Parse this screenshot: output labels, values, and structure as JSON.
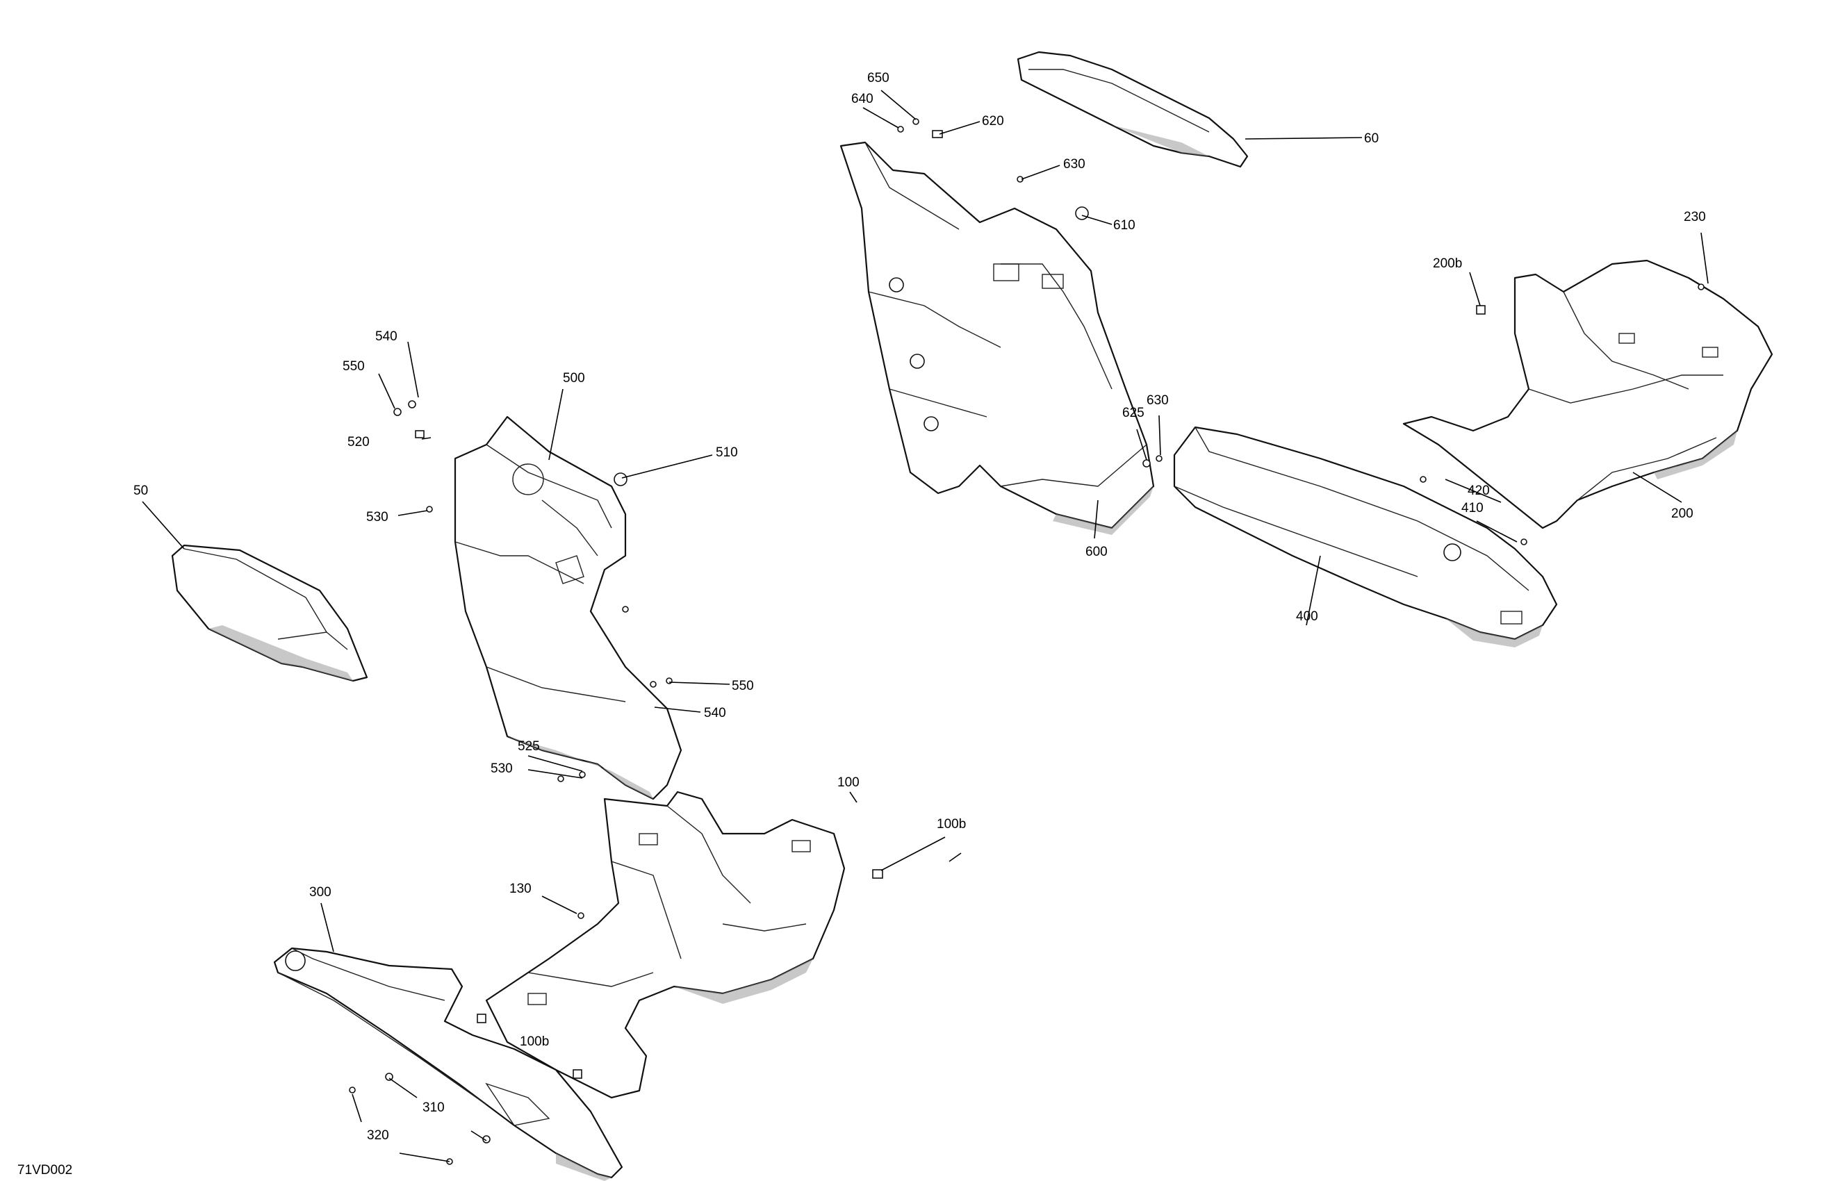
{
  "diagram_code": "71VD002",
  "callouts": {
    "c50": "50",
    "c60": "60",
    "c100": "100",
    "c100b_top": "100b",
    "c100b_bottom": "100b",
    "c130": "130",
    "c200": "200",
    "c200b": "200b",
    "c230": "230",
    "c300": "300",
    "c310": "310",
    "c320": "320",
    "c400": "400",
    "c410": "410",
    "c420": "420",
    "c500": "500",
    "c510": "510",
    "c520": "520",
    "c525": "525",
    "c530_top": "530",
    "c530_bottom": "530",
    "c540_top": "540",
    "c540_bottom": "540",
    "c550_top": "550",
    "c550_bottom": "550",
    "c600": "600",
    "c610": "610",
    "c620": "620",
    "c625": "625",
    "c630_top": "630",
    "c630_right": "630",
    "c640": "640",
    "c650": "650"
  }
}
